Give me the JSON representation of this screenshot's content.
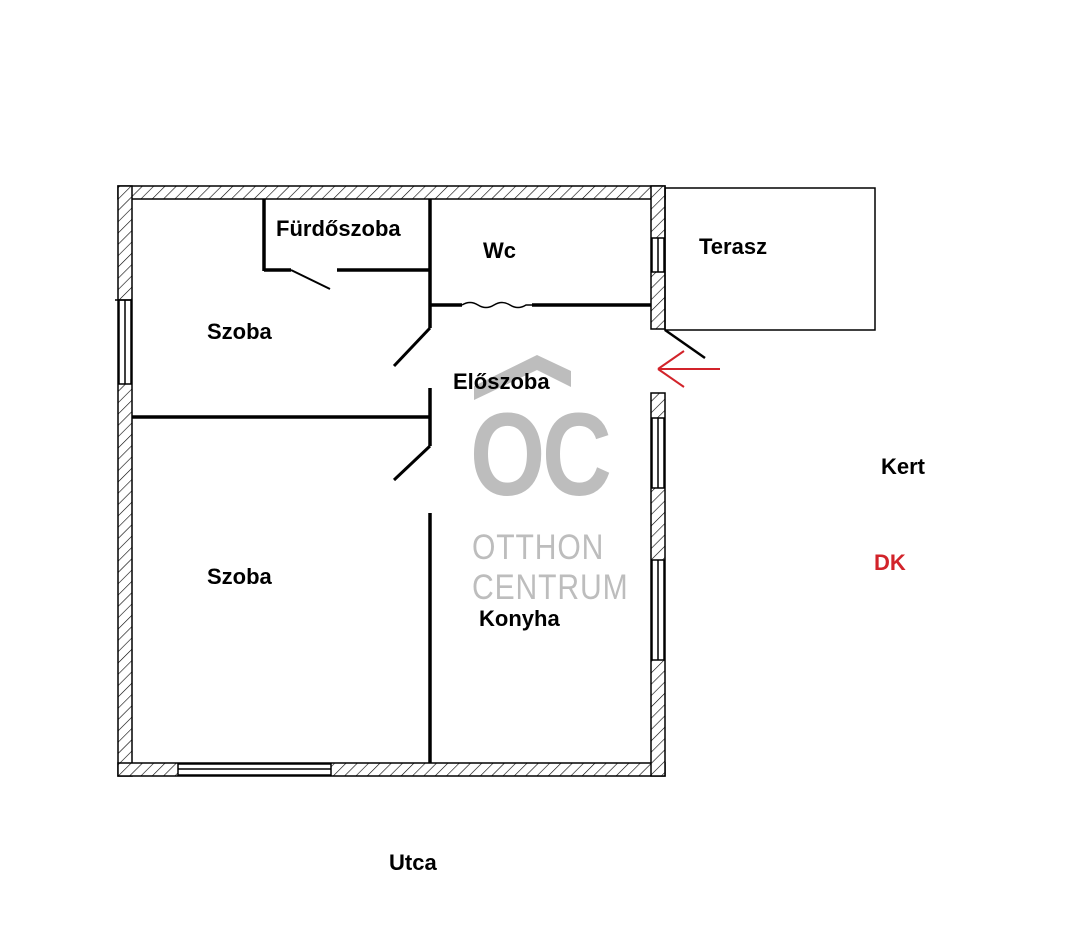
{
  "rooms": {
    "furdoszoba": "Fürdőszoba",
    "wc": "Wc",
    "terasz": "Terasz",
    "szoba_1": "Szoba",
    "eloszoba": "Előszoba",
    "szoba_2": "Szoba",
    "konyha": "Konyha"
  },
  "outside": {
    "kert": "Kert",
    "orientation": "DK",
    "utca": "Utca"
  },
  "watermark": {
    "letters": "OC",
    "line1": "OTTHON",
    "line2": "CENTRUM"
  },
  "colors": {
    "wall": "#000000",
    "watermark": "#bdbdbd",
    "accent": "#d2232a"
  },
  "icons": {
    "entrance": "entrance-arrow-icon",
    "logo": "house-roof-icon"
  }
}
